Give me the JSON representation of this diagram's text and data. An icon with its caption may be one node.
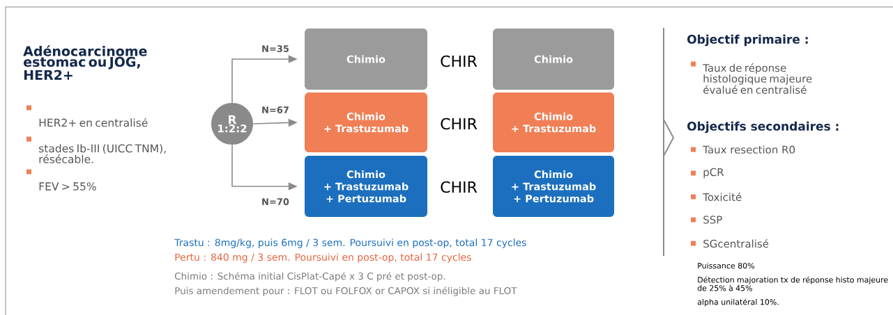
{
  "diagram": {
    "nodes": [
      {
        "text": [
          "R",
          "1:2:2"
        ]
      },
      {
        "text": [
          "Chimio"
        ]
      },
      {
        "text": [
          "Chimio",
          "+ Trastuzumab"
        ]
      },
      {
        "text": [
          "Chimio",
          "+ Trastuzumab",
          "+ Pertuzumab"
        ]
      },
      {
        "text": [
          "Chimio"
        ]
      },
      {
        "text": [
          "Chimio",
          "+ Trastuzumab"
        ]
      },
      {
        "text": [
          "Chimio",
          "+ Trastuzumab",
          "+ Pertuzumab"
        ]
      }
    ],
    "edges": [
      {
        "from": 0,
        "to": 1,
        "arrow": "to",
        "label": "N=35"
      },
      {
        "from": 0,
        "to": 2,
        "arrow": "to",
        "label": "N=67"
      },
      {
        "from": 0,
        "to": 3,
        "arrow": "to",
        "label": "N=70"
      }
    ],
    "labels": [
      "Adénocarcinome estomac ou JOG, HER2+",
      "HER2+ en centralisé",
      "stades Ib-III (UICC TNM), résécable.",
      "FEV > 55%",
      "CHIR",
      "CHIR",
      "CHIR",
      "Trastu : 8mg/kg, puis 6mg / 3 sem. Poursuivi en post-op, total 17 cycles",
      "Pertu : 840 mg / 3 sem. Poursuivi en post-op, total 17 cycles",
      "Chimio : Schéma initial CisPlat-Capé x 3 C pré et post-op.",
      "Puis amendement pour : FLOT ou FOLFOX or CAPOX si inéligible au FLOT",
      "Objectif primaire :",
      "Taux de réponse histologique majeure évalué en centralisé",
      "Objectifs secondaires :",
      "Taux resection R0",
      "pCR",
      "Toxicité",
      "SSP",
      "SGcentralisé",
      "Puissance 80%",
      "Détection majoration tx de réponse histo majeure de 25% à 45%",
      "alpha unilatéral 10%."
    ]
  }
}
